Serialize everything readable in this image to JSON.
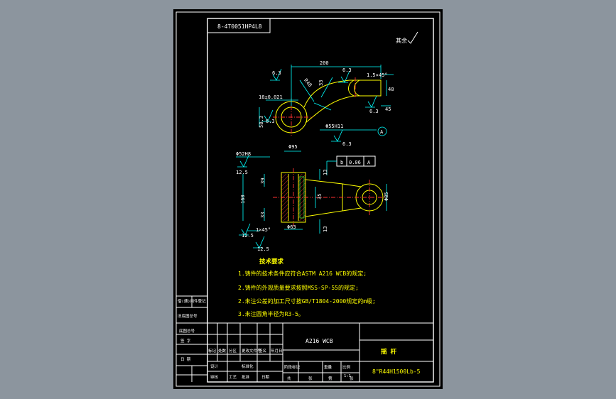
{
  "drawing": {
    "top_code": "8-4T0051HP4L8",
    "roughness_other": "其余",
    "notes_title": "技术要求",
    "notes": [
      "1.铸件的技术条件应符合ASTM A216 WCB的规定;",
      "2.铸件的外观质量要求按照MSS-SP-55的规定;",
      "2.未注公差的加工尺寸按GB/T1804-2000规定的m级;",
      "3.未注圆角半径为R3-5。"
    ],
    "dims": {
      "len_200": "200",
      "ra_top1": "6.3",
      "ra_top2": "6.3",
      "chamfer_right": "1.5×45°",
      "dim_48": "48",
      "dim_45": "45",
      "ra_right": "6.3",
      "dim_58_3": "58.3",
      "dim_16": "16±0.021",
      "ra_left": "6.3",
      "dim_R": "R40",
      "dim_33": "33",
      "dim_55": "Φ55H11",
      "ra_bottom": "6.3",
      "datum": "A",
      "dia_52": "Φ52H8",
      "dia_95": "Φ95",
      "tol_sym": "b",
      "tol_val": "0.06",
      "tol_datum": "A",
      "dim_13a": "13",
      "dim_39": "39",
      "dim_160": "160",
      "dim_85": "Φ85",
      "dim_33b": "33",
      "dim_13b": "13",
      "dia_63": "Φ63",
      "chamfer_bottom": "1×45°",
      "ra_bl1": "12.5",
      "ra_bl2": "12.5",
      "ra_lt": "12.5"
    },
    "title_block": {
      "material": "A216 WCB",
      "part_name": "摇    杆",
      "drawing_no": "8\"R44H1500Lb-5",
      "scale": "1:1",
      "left_col": [
        "借(通)用件登记",
        "旧底图总号",
        "底图总号",
        "签  字",
        "日  期"
      ],
      "row_labels": [
        "标记",
        "处数",
        "分区",
        "更改文件号",
        "签名",
        "年月日"
      ],
      "role_labels": [
        "设计",
        "标准化",
        "审核",
        "工艺",
        "批准",
        "日期"
      ],
      "stage_labels": [
        "阶段标记",
        "重量",
        "比例"
      ],
      "sheet_labels": [
        "共",
        "张",
        "第",
        "张"
      ]
    }
  }
}
